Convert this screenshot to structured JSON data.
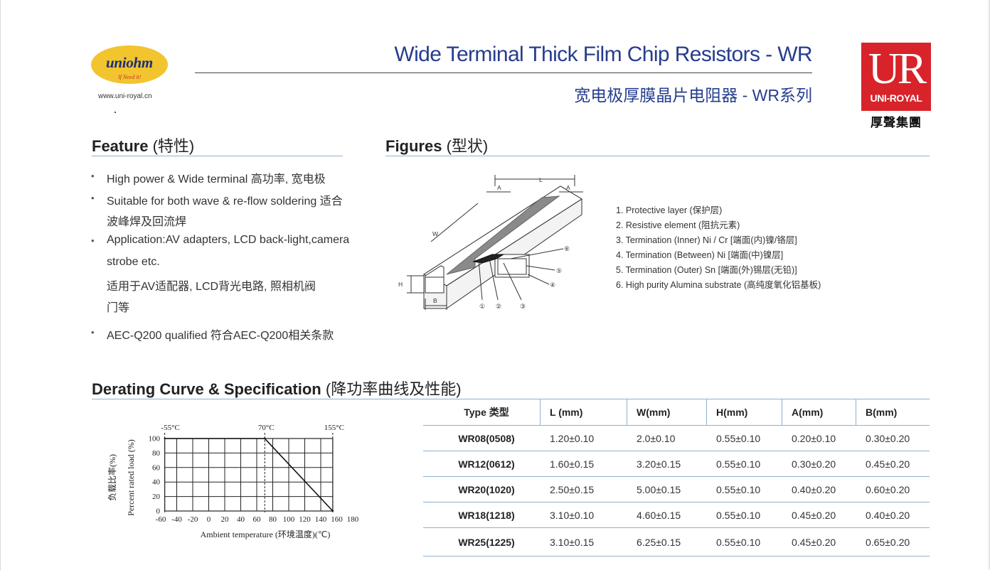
{
  "header": {
    "logo_left": {
      "word": "uniohm",
      "slogan": "If Need it!",
      "url": "www.uni-royal.cn"
    },
    "title": "Wide Terminal Thick Film Chip Resistors - WR",
    "subtitle": "宽电极厚膜晶片电阻器 - WR系列",
    "logo_right": {
      "letters": "UR",
      "brand": "UNI-ROYAL",
      "cn": "厚聲集團"
    }
  },
  "colors": {
    "title_blue": "#263d8e",
    "rule_blue": "#8fb0d0",
    "logo_yellow": "#f2c42e",
    "logo_red": "#d8232a"
  },
  "feature": {
    "heading": "Feature",
    "heading_cn": "(特性)",
    "lines": [
      "High power & Wide terminal  高功率, 宽电极",
      "Suitable for both wave & re-flow soldering  适合",
      "波峰焊及回流焊",
      "Application:AV adapters, LCD back-light,camera",
      "strobe etc.",
      "适用于AV适配器, LCD背光电路, 照相机阀",
      "门等",
      "AEC-Q200 qualified  符合AEC-Q200相关条款"
    ]
  },
  "figures": {
    "heading": "Figures",
    "heading_cn": "(型状)",
    "dim_labels": {
      "L": "L",
      "A": "A",
      "W": "W",
      "H": "H",
      "B": "B"
    },
    "callouts": [
      "①",
      "②",
      "③",
      "④",
      "⑤",
      "⑥"
    ],
    "legend": [
      "1. Protective layer (保护层)",
      "2. Resistive element (阻抗元素)",
      "3. Termination (Inner) Ni / Cr [端面(内)镍/铬层]",
      "4.  Termination (Between) Ni [端面(中)镍层]",
      "5. Termination (Outer) Sn [端面(外)锡层(无铅)]",
      "6. High purity Alumina substrate (高纯度氧化铝基板)"
    ]
  },
  "derating": {
    "heading": "Derating Curve & Specification",
    "heading_cn": "(降功率曲线及性能)"
  },
  "chart_data": {
    "type": "line",
    "x": [
      -55,
      70,
      155
    ],
    "series": [
      {
        "values": [
          100,
          100,
          0
        ]
      }
    ],
    "xlabel": "Ambient temperature (环境温度)(℃)",
    "ylabel": "Percent rated load (%)",
    "ylabel_cn": "负载比率(%)",
    "xlim": [
      -60,
      180
    ],
    "ylim": [
      0,
      100
    ],
    "xticks": [
      "-60",
      "-40",
      "-20",
      "0",
      "20",
      "40",
      "60",
      "80",
      "100",
      "120",
      "140",
      "160",
      "180"
    ],
    "yticks": [
      "0",
      "20",
      "40",
      "60",
      "80",
      "100"
    ],
    "annotations": [
      "-55°C",
      "70°C",
      "155°C"
    ],
    "grid": true
  },
  "spec_table": {
    "headers": [
      "Type 类型",
      "L (mm)",
      "W(mm)",
      "H(mm)",
      "A(mm)",
      "B(mm)"
    ],
    "rows": [
      [
        "WR08(0508)",
        "1.20±0.10",
        "2.0±0.10",
        "0.55±0.10",
        "0.20±0.10",
        "0.30±0.20"
      ],
      [
        "WR12(0612)",
        "1.60±0.15",
        "3.20±0.15",
        "0.55±0.10",
        "0.30±0.20",
        "0.45±0.20"
      ],
      [
        "WR20(1020)",
        "2.50±0.15",
        "5.00±0.15",
        "0.55±0.10",
        "0.40±0.20",
        "0.60±0.20"
      ],
      [
        "WR18(1218)",
        "3.10±0.10",
        "4.60±0.15",
        "0.55±0.10",
        "0.45±0.20",
        "0.40±0.20"
      ],
      [
        "WR25(1225)",
        "3.10±0.15",
        "6.25±0.15",
        "0.55±0.10",
        "0.45±0.20",
        "0.65±0.20"
      ]
    ]
  }
}
